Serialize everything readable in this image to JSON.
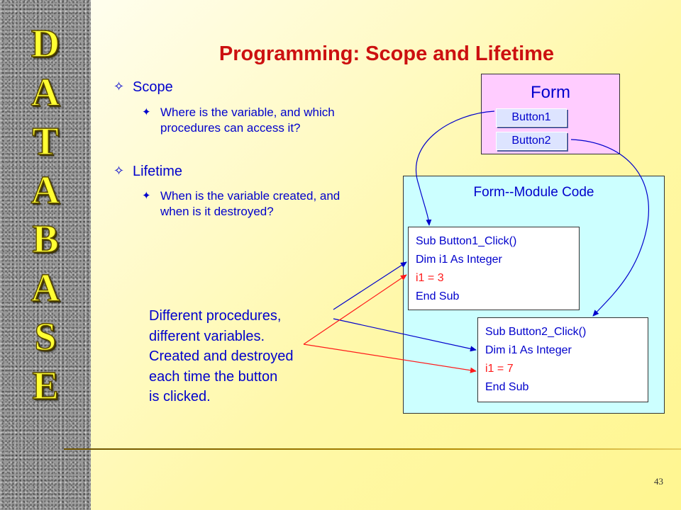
{
  "sidebar": {
    "letters": [
      "D",
      "A",
      "T",
      "A",
      "B",
      "A",
      "S",
      "E"
    ]
  },
  "title": "Programming: Scope and Lifetime",
  "bullets": [
    {
      "marker": "✧",
      "label": "Scope",
      "sub": {
        "marker": "✦",
        "text": "Where is the variable, and which procedures can access it?"
      }
    },
    {
      "marker": "✧",
      "label": "Lifetime",
      "sub": {
        "marker": "✦",
        "text": "When is the variable created, and when is it destroyed?"
      }
    }
  ],
  "form_panel": {
    "title": "Form",
    "button1": "Button1",
    "button2": "Button2"
  },
  "module_panel": {
    "title": "Form--Module Code"
  },
  "sub1": {
    "line1": "Sub Button1_Click()",
    "line2": "Dim i1 As Integer",
    "line3": "i1 = 3",
    "line4": "End Sub"
  },
  "sub2": {
    "line1": "Sub Button2_Click()",
    "line2": "Dim i1 As Integer",
    "line3": "i1 = 7",
    "line4": "End Sub"
  },
  "note": {
    "line1": "Different procedures,",
    "line2": "different variables.",
    "line3": "Created and destroyed",
    "line4": "each time the button",
    "line5": "is clicked."
  },
  "page_number": "43",
  "colors": {
    "title": "#cc1010",
    "text": "#0000cc",
    "highlight": "#ff1a1a",
    "form_bg": "#ffccff",
    "module_bg": "#ccffff"
  }
}
